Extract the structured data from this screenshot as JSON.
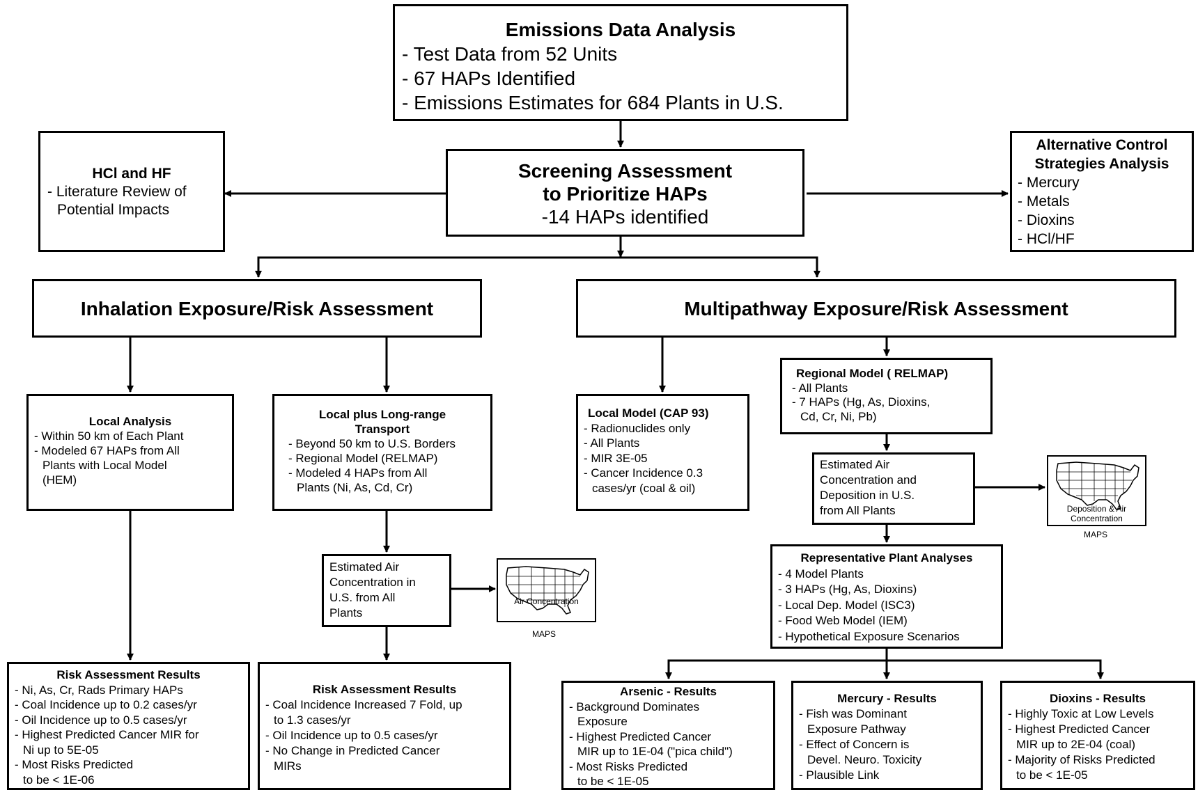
{
  "emissions": {
    "title": "Emissions Data Analysis",
    "items": [
      "- Test Data from 52 Units",
      "- 67 HAPs Identified",
      "- Emissions Estimates for 684 Plants in U.S."
    ]
  },
  "screening": {
    "title1": "Screening Assessment",
    "title2": "to Prioritize HAPs",
    "sub": "-14 HAPs identified"
  },
  "hcl": {
    "title": "HCl and HF",
    "items": [
      "- Literature Review of",
      "Potential Impacts"
    ]
  },
  "alternative": {
    "title1": "Alternative Control",
    "title2": "Strategies Analysis",
    "items": [
      "- Mercury",
      "- Metals",
      "- Dioxins",
      "- HCl/HF"
    ]
  },
  "inhalation": {
    "title": "Inhalation Exposure/Risk Assessment"
  },
  "multipathway": {
    "title": "Multipathway Exposure/Risk Assessment"
  },
  "local_analysis": {
    "title": "Local Analysis",
    "items": [
      "- Within 50 km of Each Plant",
      "- Modeled 67 HAPs from All",
      "  Plants with Local Model",
      "  (HEM)"
    ]
  },
  "long_range": {
    "title1": "Local plus Long-range",
    "title2": "Transport",
    "items": [
      "- Beyond 50 km to U.S. Borders",
      "- Regional Model (RELMAP)",
      "- Modeled 4 HAPs from All",
      "  Plants (Ni, As, Cd, Cr)"
    ]
  },
  "local_model": {
    "title": "Local Model (CAP 93)",
    "items": [
      "- Radionuclides only",
      "- All Plants",
      "- MIR 3E-05",
      "- Cancer Incidence 0.3",
      "  cases/yr (coal & oil)"
    ]
  },
  "regional_model": {
    "title": "Regional Model ( RELMAP)",
    "items": [
      "- All Plants",
      "- 7 HAPs (Hg, As, Dioxins,",
      "  Cd, Cr, Ni, Pb)"
    ]
  },
  "est_air_left": {
    "items": [
      "Estimated Air",
      "Concentration in",
      "U.S. from All",
      "Plants"
    ]
  },
  "est_air_right": {
    "items": [
      "Estimated Air",
      "Concentration and",
      "Deposition in U.S.",
      "from All Plants"
    ]
  },
  "map_air": {
    "caption": "Air Concentration",
    "label": "MAPS",
    "icon": "us-map-icon"
  },
  "map_dep": {
    "caption1": "Deposition & Air",
    "caption2": "Concentration",
    "label": "MAPS",
    "icon": "us-map-icon"
  },
  "rep_plant": {
    "title": "Representative Plant Analyses",
    "items": [
      "- 4 Model Plants",
      "- 3 HAPs (Hg, As, Dioxins)",
      "- Local Dep. Model (ISC3)",
      "- Food Web Model (IEM)",
      "- Hypothetical Exposure Scenarios"
    ]
  },
  "risk_left": {
    "title": "Risk Assessment Results",
    "items": [
      "- Ni, As, Cr, Rads Primary HAPs",
      "- Coal Incidence up to 0.2 cases/yr",
      "- Oil Incidence up to 0.5 cases/yr",
      "- Highest Predicted Cancer MIR for",
      "  Ni up to 5E-05",
      "- Most Risks Predicted",
      "  to be < 1E-06"
    ]
  },
  "risk_mid": {
    "title": "Risk Assessment Results",
    "items": [
      "- Coal Incidence Increased 7 Fold, up",
      "  to 1.3 cases/yr",
      "- Oil Incidence up to 0.5 cases/yr",
      "- No Change in Predicted Cancer",
      "  MIRs"
    ]
  },
  "arsenic": {
    "title": "Arsenic - Results",
    "items": [
      "- Background Dominates",
      "  Exposure",
      "- Highest Predicted Cancer",
      "  MIR up to 1E-04 (\"pica child\")",
      "- Most Risks Predicted",
      "  to be < 1E-05"
    ]
  },
  "mercury": {
    "title": "Mercury - Results",
    "items": [
      "- Fish was Dominant",
      "  Exposure Pathway",
      "- Effect of Concern is",
      "  Devel. Neuro. Toxicity",
      "- Plausible Link"
    ]
  },
  "dioxins": {
    "title": "Dioxins - Results",
    "items": [
      "- Highly Toxic at Low Levels",
      "- Highest Predicted Cancer",
      "  MIR up to 2E-04 (coal)",
      "- Majority of Risks Predicted",
      "  to be < 1E-05"
    ]
  }
}
